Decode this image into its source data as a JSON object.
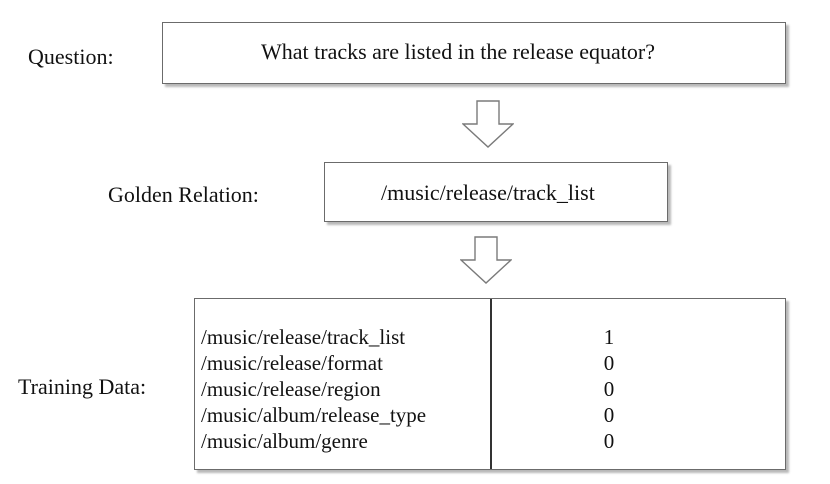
{
  "question": {
    "label": "Question:",
    "text": "What tracks are listed in the release equator?"
  },
  "golden_relation": {
    "label": "Golden Relation:",
    "text": "/music/release/track_list"
  },
  "training_data": {
    "label": "Training Data:",
    "rows": [
      {
        "relation": "/music/release/track_list",
        "score": "1"
      },
      {
        "relation": "/music/release/format",
        "score": "0"
      },
      {
        "relation": "/music/release/region",
        "score": "0"
      },
      {
        "relation": "/music/album/release_type",
        "score": "0"
      },
      {
        "relation": "/music/album/genre",
        "score": "0"
      }
    ]
  },
  "icons": {
    "flow_arrow": "down-arrow-outline-icon"
  }
}
